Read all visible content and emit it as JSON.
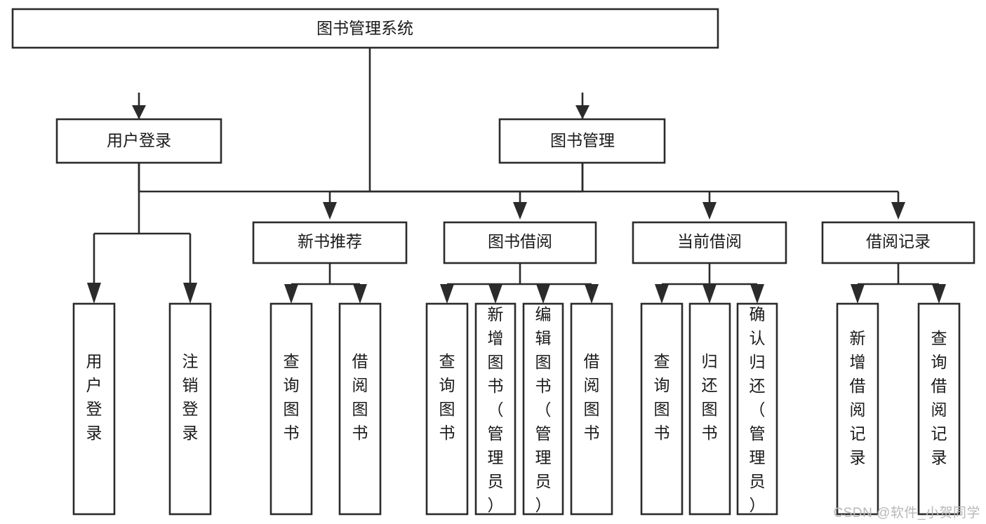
{
  "diagram": {
    "title": "图书管理系统",
    "type": "tree",
    "watermark": "CSDN @软件_小贺同学",
    "colors": {
      "stroke": "#2b2b2b",
      "fill": "#ffffff",
      "text": "#1a1a1a",
      "watermark": "#b8b8b8"
    },
    "levels": {
      "root": {
        "label": "图书管理系统"
      },
      "level2": [
        {
          "label": "用户登录"
        },
        {
          "label": "图书管理"
        }
      ],
      "level3": [
        {
          "label": "新书推荐"
        },
        {
          "label": "图书借阅"
        },
        {
          "label": "当前借阅"
        },
        {
          "label": "借阅记录"
        }
      ],
      "leaves": [
        {
          "label": "用户登录",
          "parent": "用户登录"
        },
        {
          "label": "注销登录",
          "parent": "用户登录"
        },
        {
          "label": "查询图书",
          "parent": "新书推荐"
        },
        {
          "label": "借阅图书",
          "parent": "新书推荐"
        },
        {
          "label": "查询图书",
          "parent": "图书借阅"
        },
        {
          "label": "新增图书（管理员）",
          "parent": "图书借阅"
        },
        {
          "label": "编辑图书（管理员）",
          "parent": "图书借阅"
        },
        {
          "label": "借阅图书",
          "parent": "图书借阅"
        },
        {
          "label": "查询图书",
          "parent": "当前借阅"
        },
        {
          "label": "归还图书",
          "parent": "当前借阅"
        },
        {
          "label": "确认归还（管理员）",
          "parent": "当前借阅"
        },
        {
          "label": "新增借阅记录",
          "parent": "借阅记录"
        },
        {
          "label": "查询借阅记录",
          "parent": "借阅记录"
        }
      ]
    }
  }
}
